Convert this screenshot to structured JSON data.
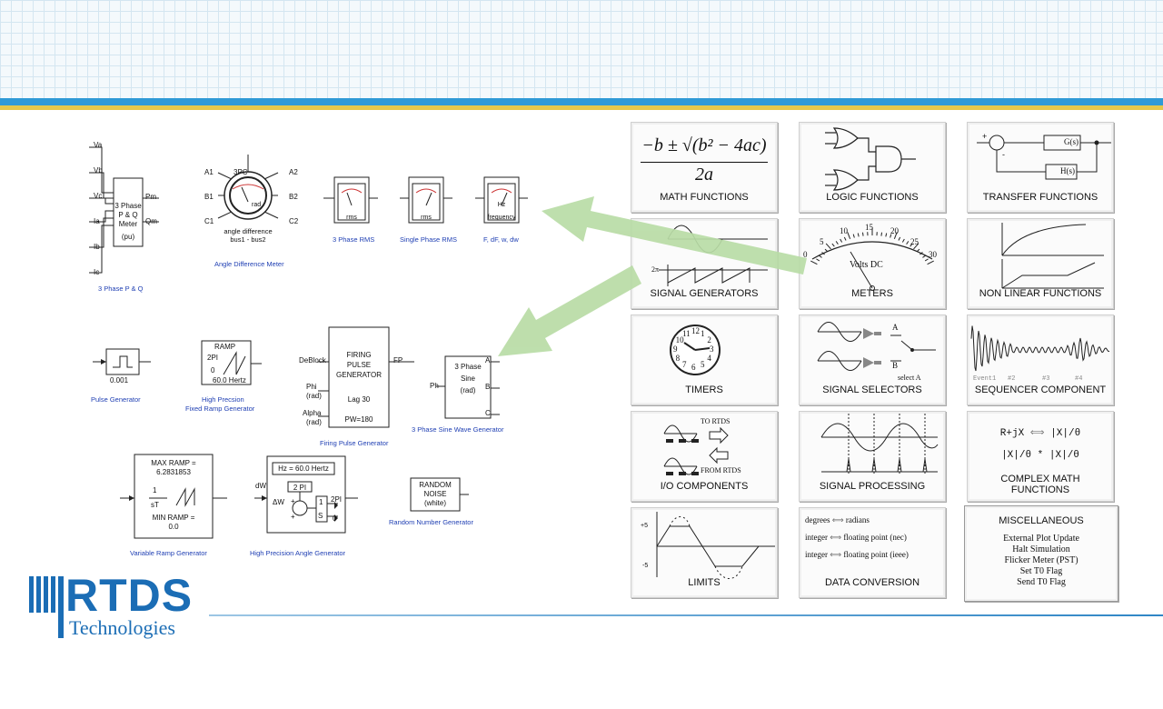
{
  "left_library": {
    "pq": {
      "inputs": [
        "Va",
        "Vb",
        "Vc",
        "Ia",
        "Ib",
        "Ic"
      ],
      "box": [
        "3 Phase",
        "P & Q",
        "Meter",
        "(pu)"
      ],
      "outputs": [
        "Pm",
        "Qm"
      ],
      "label": "3 Phase P & Q"
    },
    "angle_meter": {
      "left": [
        "A1",
        "B1",
        "C1"
      ],
      "right": [
        "A2",
        "B2",
        "C2"
      ],
      "top": "3PC",
      "unit": "rad",
      "text": [
        "angle difference",
        "bus1 - bus2"
      ],
      "label": "Angle Difference Meter"
    },
    "rms3": {
      "unit": "rms",
      "label": "3 Phase RMS"
    },
    "rms1": {
      "unit": "rms",
      "label": "Single Phase RMS"
    },
    "freq": {
      "unit_top": "Hz",
      "unit": "frequency",
      "label": "F, dF, w, dw"
    },
    "pulse": {
      "value": "0.001",
      "label": "Pulse Generator"
    },
    "ramp": {
      "title": "RAMP",
      "a": "2PI",
      "b": "0",
      "hz": "60.0 Hertz",
      "label1": "High Precsion",
      "label2": "Fixed Ramp Generator"
    },
    "firing": {
      "box": [
        "FIRING",
        "PULSE",
        "GENERATOR"
      ],
      "lag": "Lag 30",
      "pw": "PW=180",
      "in1": "DeBlock",
      "in2": "Phi",
      "in3": "(rad)",
      "in4": "Alpha",
      "in5": "(rad)",
      "out": "FP",
      "label": "Firing Pulse Generator"
    },
    "sine": {
      "box": [
        "3 Phase",
        "Sine",
        "(rad)"
      ],
      "in": "Ph",
      "outs": [
        "A",
        "B",
        "C"
      ],
      "label": "3 Phase Sine Wave Generator"
    },
    "var_ramp": {
      "max": "MAX RAMP =",
      "maxv": "6.2831853",
      "num": "1",
      "den": "sT",
      "min": "MIN RAMP =",
      "minv": "0.0",
      "label": "Variable Ramp Generator"
    },
    "angle_gen": {
      "hz": "Hz = 60.0 Hertz",
      "pi": "2 PI",
      "in": "dW",
      "dw": "ΔW",
      "plus1": "+",
      "plus2": "+",
      "one": "1",
      "s": "S",
      "out1": "2PI",
      "out2": "0",
      "label": "High Precision Angle Generator"
    },
    "noise": {
      "box": [
        "RANDOM",
        "NOISE",
        "(white)"
      ],
      "label": "Random Number Generator"
    }
  },
  "tiles": [
    {
      "caption": "MATH FUNCTIONS"
    },
    {
      "caption": "LOGIC FUNCTIONS"
    },
    {
      "caption": "TRANSFER FUNCTIONS"
    },
    {
      "caption": "SIGNAL GENERATORS"
    },
    {
      "caption": "METERS"
    },
    {
      "caption": "NON LINEAR FUNCTIONS"
    },
    {
      "caption": "TIMERS"
    },
    {
      "caption": "SIGNAL SELECTORS"
    },
    {
      "caption": "SEQUENCER COMPONENT"
    },
    {
      "caption": "I/O COMPONENTS"
    },
    {
      "caption": "SIGNAL PROCESSING"
    },
    {
      "caption": "COMPLEX MATH FUNCTIONS"
    },
    {
      "caption": "LIMITS"
    },
    {
      "caption": "DATA CONVERSION"
    },
    {
      "caption": "MISCELLANEOUS"
    }
  ],
  "tile_art": {
    "formula_num": "−b ± √(b² − 4ac)",
    "formula_den": "2a",
    "tf_gs": "G(s)",
    "tf_hs": "H(s)",
    "tf_plus": "+",
    "tf_minus": "-",
    "sg_2pi": "2π",
    "meter_ticks": [
      "0",
      "5",
      "10",
      "15",
      "20",
      "25",
      "30"
    ],
    "meter_unit": "Volts DC",
    "clock_nums": [
      "12",
      "1",
      "2",
      "3",
      "4",
      "5",
      "6",
      "7",
      "8",
      "9",
      "10",
      "11"
    ],
    "sel_a": "A",
    "sel_b": "B",
    "sel_text": "select A",
    "seq_events": [
      "Event1",
      "#2",
      "#3",
      "#4"
    ],
    "io_to": "TO RTDS",
    "io_from": "FROM RTDS",
    "cm1": "R+jX",
    "cm1b": "|X|/θ",
    "cm2": "|X|/θ * |X|/θ",
    "lim_top": "+5",
    "lim_bot": "-5",
    "dc_rows": [
      [
        "degrees",
        "radians"
      ],
      [
        "integer",
        "floating point (nec)"
      ],
      [
        "integer",
        "floating point (ieee)"
      ]
    ],
    "misc_lines": [
      "External Plot Update",
      "Halt Simulation",
      "Flicker Meter (PST)",
      "Set T0 Flag",
      "Send T0 Flag"
    ]
  },
  "logo": {
    "text": "RTDS",
    "sub": "Technologies"
  },
  "colors": {
    "accent_blue": "#2f9ad6",
    "accent_yellow": "#e5c84a",
    "arrow_green": "#b9dca6",
    "label_blue": "#1f3fb3",
    "logo_blue": "#1b6db5"
  }
}
